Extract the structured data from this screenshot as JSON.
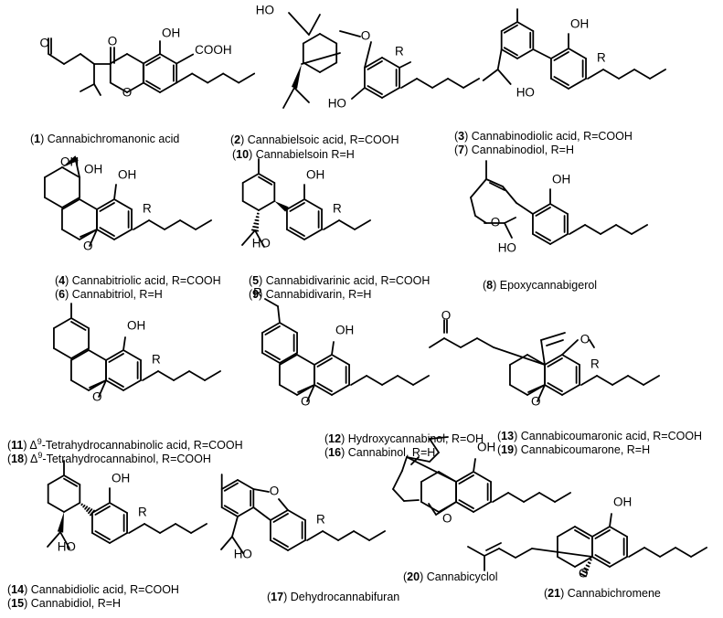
{
  "compounds": [
    {
      "num": "1",
      "name": "Cannabichromanonic acid",
      "sub": ""
    },
    {
      "num": "2",
      "name": "Cannabielsoic acid",
      "sub": ", R=COOH"
    },
    {
      "num": "10",
      "name": "Cannabielsoin",
      "sub": " R=H"
    },
    {
      "num": "3",
      "name": "Cannabinodiolic acid",
      "sub": ", R=COOH"
    },
    {
      "num": "7",
      "name": "Cannabinodiol",
      "sub": ", R=H"
    },
    {
      "num": "4",
      "name": "Cannabitriolic acid",
      "sub": ", R=COOH"
    },
    {
      "num": "6",
      "name": "Cannabitriol",
      "sub": ", R=H"
    },
    {
      "num": "5",
      "name": "Cannabidivarinic acid",
      "sub": ", R=COOH"
    },
    {
      "num": "9",
      "name": "Cannabidivarin",
      "sub": ", R=H"
    },
    {
      "num": "8",
      "name": "Epoxycannabigerol",
      "sub": ""
    },
    {
      "num": "11",
      "pre": "9",
      "name": "-Tetrahydrocannabinolic acid",
      "sub": ", R=COOH"
    },
    {
      "num": "18",
      "pre": "9",
      "name": "-Tetrahydrocannabinol",
      "sub": ", R=COOH"
    },
    {
      "num": "12",
      "name": "Hydroxycannabinol",
      "sub": ", R=OH"
    },
    {
      "num": "16",
      "name": "Cannabinol",
      "sub": ", R=H"
    },
    {
      "num": "13",
      "name": "Cannabicoumaronic acid",
      "sub": ", R=COOH"
    },
    {
      "num": "19",
      "name": "Cannabicoumarone",
      "sub": ", R=H"
    },
    {
      "num": "14",
      "name": "Cannabidiolic acid",
      "sub": ", R=COOH"
    },
    {
      "num": "15",
      "name": "Cannabidiol",
      "sub": ", R=H"
    },
    {
      "num": "17",
      "name": "Dehydrocannabifuran",
      "sub": ""
    },
    {
      "num": "20",
      "name": "Cannabicyclol",
      "sub": ""
    },
    {
      "num": "21",
      "name": "Cannabichromene",
      "sub": ""
    }
  ],
  "atoms": {
    "oh": "OH",
    "ho": "HO",
    "o": "O",
    "r": "R",
    "cooh": "COOH"
  }
}
